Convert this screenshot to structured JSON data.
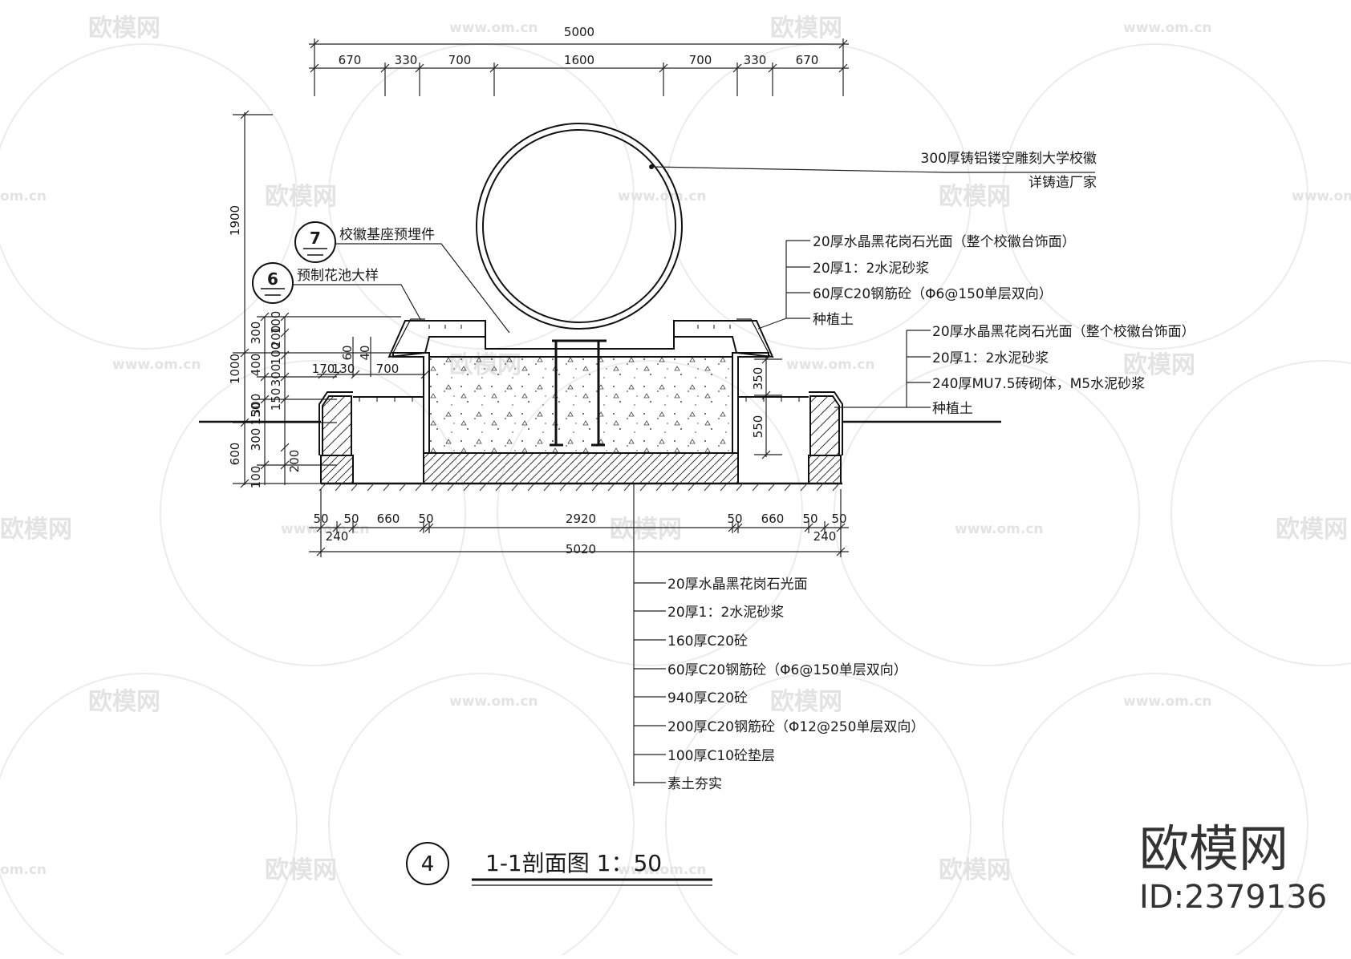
{
  "watermark": {
    "brand": "欧模网",
    "url": "www.om.cn",
    "url_short": "om.cn"
  },
  "top_dims": {
    "total": "5000",
    "segments": [
      "670",
      "330",
      "700",
      "1600",
      "700",
      "330",
      "670"
    ]
  },
  "left_dims": {
    "total_height": "1900",
    "upper": "1000",
    "lower": "600",
    "col1": [
      "300",
      "400",
      "300",
      "150",
      "300",
      "100"
    ],
    "col2": [
      "100",
      "200",
      "100",
      "300",
      "150",
      "200"
    ],
    "inner_w": [
      "170",
      "130",
      "700"
    ],
    "small_v": [
      "60",
      "40"
    ]
  },
  "right_dims": {
    "upper": "350",
    "lower": "550"
  },
  "bottom_dims": {
    "row1": [
      "50",
      "50",
      "660",
      "50",
      "2920",
      "50",
      "660",
      "50",
      "50"
    ],
    "side_left": "240",
    "side_right": "240",
    "total": "5020"
  },
  "callouts": {
    "emblem_line1": "300厚铸铝镂空雕刻大学校徽",
    "emblem_line2": "详铸造厂家",
    "detail7_num": "7",
    "detail7_label": "校徽基座预埋件",
    "detail6_num": "6",
    "detail6_label": "预制花池大样"
  },
  "layers_top": [
    "20厚水晶黑花岗石光面（整个校徽台饰面）",
    "20厚1：2水泥砂浆",
    "60厚C20钢筋砼（Φ6@150单层双向）",
    "种植土"
  ],
  "layers_side": [
    "20厚水晶黑花岗石光面（整个校徽台饰面）",
    "20厚1：2水泥砂浆",
    "240厚MU7.5砖砌体，M5水泥砂浆",
    "种植土"
  ],
  "layers_bottom": [
    "20厚水晶黑花岗石光面",
    "20厚1：2水泥砂浆",
    "160厚C20砼",
    "60厚C20钢筋砼（Φ6@150单层双向）",
    "940厚C20砼",
    "200厚C20钢筋砼（Φ12@250单层双向）",
    "100厚C10砼垫层",
    "素土夯实"
  ],
  "title": {
    "num": "4",
    "text": "1-1剖面图  1：50"
  },
  "brand_block": {
    "name": "欧模网",
    "id": "ID:2379136"
  }
}
